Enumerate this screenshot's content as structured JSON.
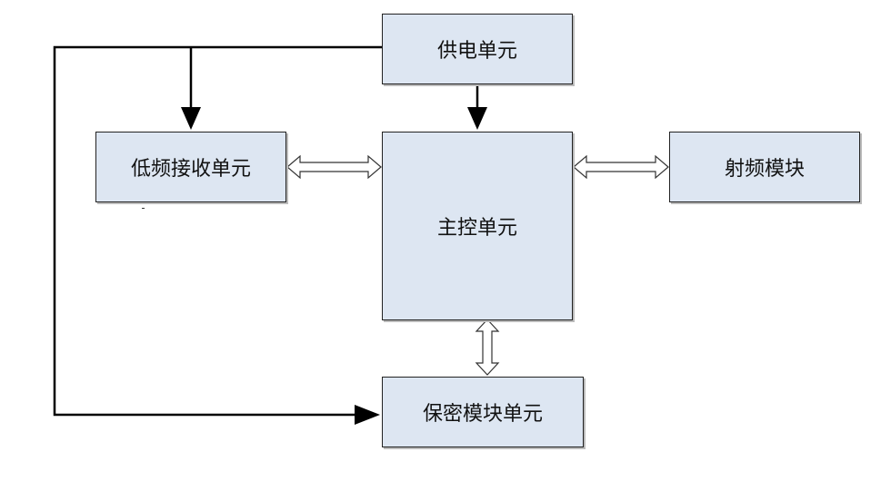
{
  "diagram": {
    "nodes": {
      "power_unit": "供电单元",
      "lowfreq_receiver": "低频接收单元",
      "main_control": "主控单元",
      "rf_module": "射频模块",
      "crypto_module": "保密模块单元"
    },
    "edges": [
      {
        "from": "power_unit",
        "to": "lowfreq_receiver",
        "style": "solid-arrow"
      },
      {
        "from": "power_unit",
        "to": "main_control",
        "style": "solid-arrow"
      },
      {
        "from": "power_unit",
        "to": "crypto_module",
        "style": "solid-arrow"
      },
      {
        "from": "lowfreq_receiver",
        "to": "main_control",
        "style": "bidirectional-hollow"
      },
      {
        "from": "main_control",
        "to": "rf_module",
        "style": "bidirectional-hollow"
      },
      {
        "from": "main_control",
        "to": "crypto_module",
        "style": "bidirectional-hollow"
      }
    ],
    "colors": {
      "box_fill": "#dde6f2",
      "box_border": "#222222",
      "line": "#000000"
    }
  }
}
